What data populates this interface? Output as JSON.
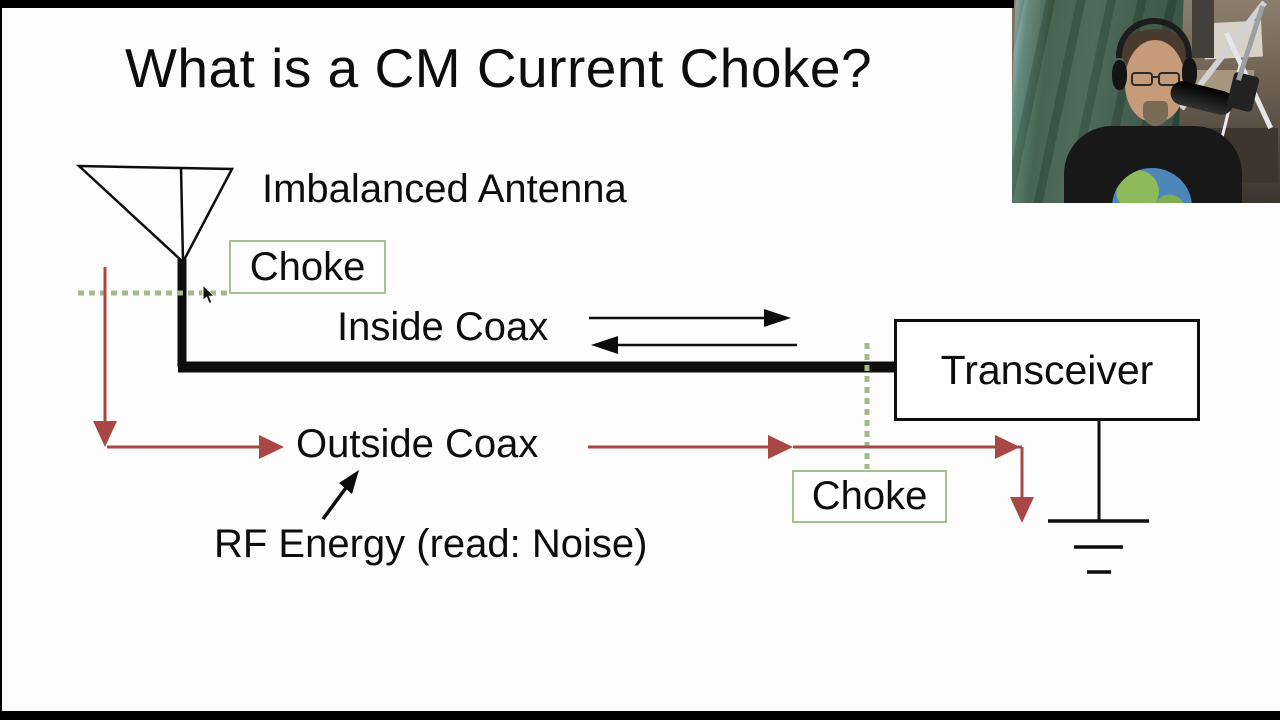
{
  "slide": {
    "title": "What is a CM Current Choke?",
    "diagram": {
      "imbalanced_antenna_label": "Imbalanced Antenna",
      "choke_antenna_label": "Choke",
      "inside_coax_label": "Inside Coax",
      "outside_coax_label": "Outside Coax",
      "rf_energy_label": "RF Energy (read: Noise)",
      "choke_transceiver_label": "Choke",
      "transceiver_label": "Transceiver"
    },
    "colors": {
      "rf_current_red": "#a84743",
      "choke_green": "#a6bf93",
      "diagram_ink": "#0d0d0d",
      "slide_background": "#fdfdfd",
      "letterbox_black": "#000000"
    }
  }
}
